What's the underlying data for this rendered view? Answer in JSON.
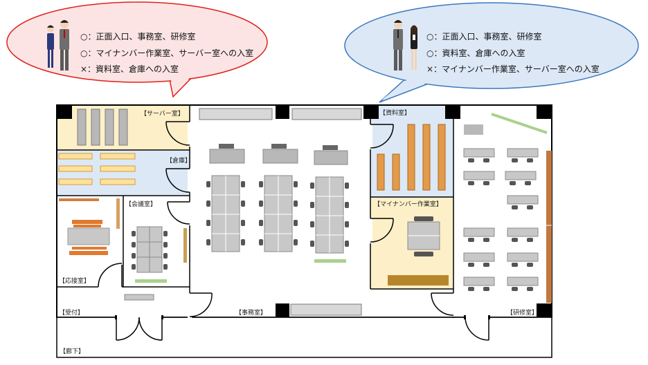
{
  "bubbles": {
    "left": {
      "lines": [
        "○：正面入口、事務室、研修室",
        "○：マイナンバー作業室、サーバー室への入室",
        "×：資料室、倉庫への入室"
      ],
      "colors": {
        "fill": "#fce4e4",
        "stroke": "#e0201a"
      }
    },
    "right": {
      "lines": [
        "○：正面入口、事務室、研修室",
        "○：資料室、倉庫への入室",
        "×：マイナンバー作業室、サーバー室への入室"
      ],
      "colors": {
        "fill": "#dde8f6",
        "stroke": "#3a77bd"
      }
    }
  },
  "rooms": {
    "server": "【サーバー室】",
    "storage": "【倉庫】",
    "meeting": "【会議室】",
    "reception_room": "【応接室】",
    "reception": "【受付】",
    "office": "【事務室】",
    "archive": "【資料室】",
    "mynumber": "【マイナンバー作業室】",
    "training": "【研修室】",
    "hallway": "【廊下】"
  },
  "colors": {
    "wall": "#000000",
    "server_floor": "#fdf0c8",
    "storage_floor": "#dce8f5",
    "archive_floor": "#dce8f5",
    "mynumber_floor": "#fdf0c8",
    "shelf": "#e39a4a",
    "table": "#b8b8b8",
    "green_mark": "#a9d18e",
    "wood": "#c07840"
  }
}
